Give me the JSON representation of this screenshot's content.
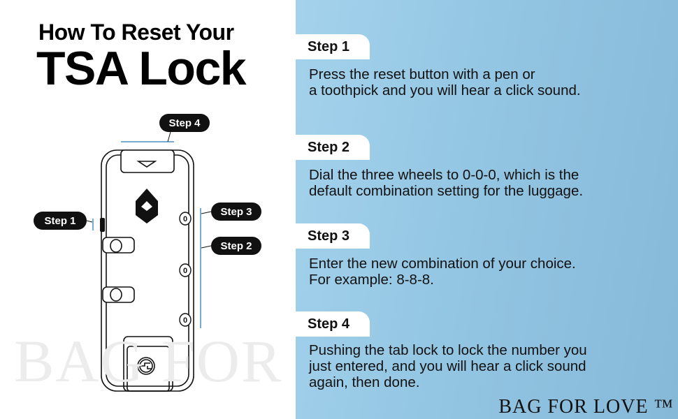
{
  "title": {
    "line1": "How To Reset Your",
    "line2": "TSA Lock"
  },
  "watermark": "BAG FOR LOVE ™",
  "diagram_labels": {
    "step1": "Step 1",
    "step2": "Step 2",
    "step3": "Step 3",
    "step4": "Step 4",
    "wheel_digit": "0"
  },
  "steps": [
    {
      "label": "Step 1",
      "lines": [
        "Press the reset button with a pen or",
        "a toothpick and you will hear a click sound."
      ]
    },
    {
      "label": "Step 2",
      "lines": [
        "Dial the three wheels to 0-0-0, which is the",
        "default combination setting for the luggage."
      ]
    },
    {
      "label": "Step 3",
      "lines": [
        "Enter the new combination of your choice.",
        "For example: 8-8-8."
      ]
    },
    {
      "label": "Step 4",
      "lines": [
        "Pushing the tab lock to lock the number you",
        "just entered, and you will hear a click sound",
        "again, then done."
      ]
    }
  ],
  "brand_logo": "BAG FOR LOVE ™",
  "colors": {
    "panel": "#93c6e3",
    "callout_line": "#4a90c0"
  }
}
